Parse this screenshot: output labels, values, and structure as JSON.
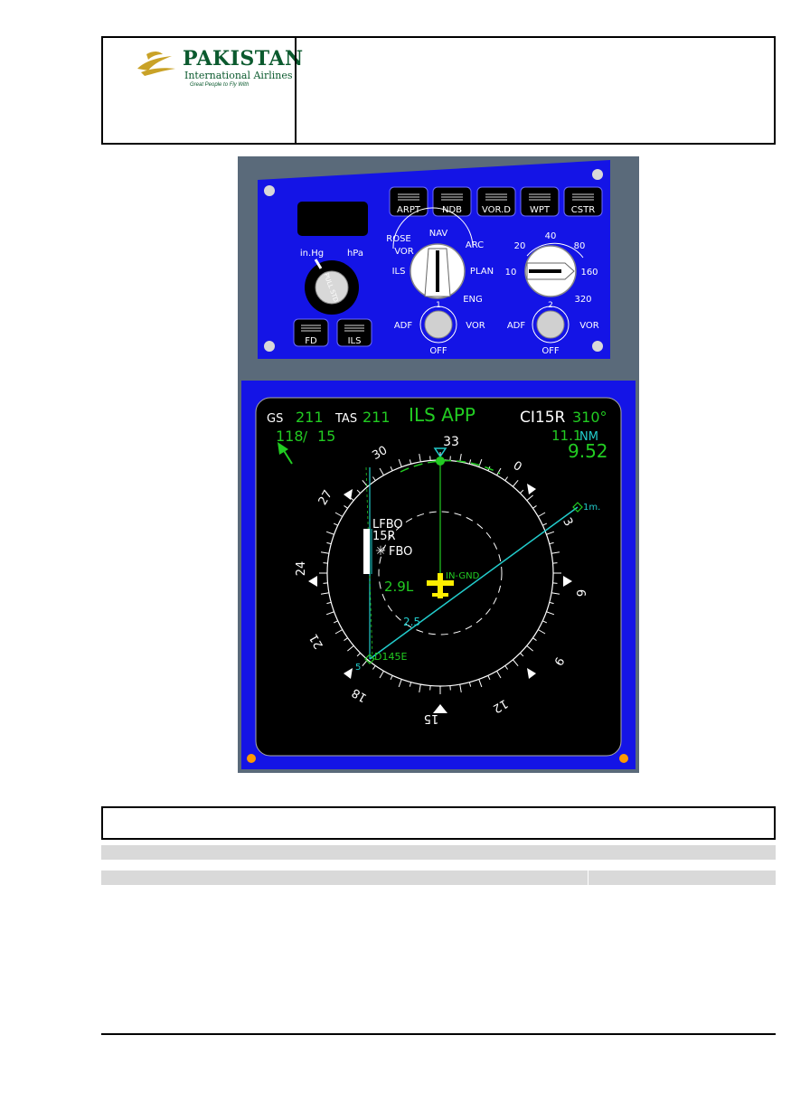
{
  "header": {
    "logo": {
      "name": "PAKISTAN",
      "subname": "International Airlines",
      "tagline": "Great People to Fly With",
      "brand_color": "#0b5a2e",
      "mark_color": "#c9a227"
    },
    "right_cell_text": ""
  },
  "efis_panel": {
    "colors": {
      "panel_blue": "#1414e6",
      "bezel_gray": "#5a6a7a",
      "display_black": "#000000",
      "green": "#22cc22",
      "cyan": "#22cccc",
      "yellow": "#ffee00",
      "orange": "#ff9900"
    },
    "pushbuttons_top": [
      "ARPT",
      "NDB",
      "VOR.D",
      "WPT",
      "CSTR"
    ],
    "baro": {
      "left_label": "in.Hg",
      "right_label": "hPa",
      "knob_text": "PULL STD"
    },
    "mode_selector": {
      "labels": [
        "ROSE",
        "VOR",
        "ILS",
        "NAV",
        "ARC",
        "PLAN",
        "ENG"
      ],
      "selected": "NAV"
    },
    "range_selector": {
      "labels": [
        "10",
        "20",
        "40",
        "80",
        "160",
        "320"
      ],
      "selected": "10"
    },
    "pushbuttons_bottom": [
      "FD",
      "ILS"
    ],
    "adf_vor_1": {
      "left": "ADF",
      "right": "VOR",
      "number": "1",
      "off": "OFF"
    },
    "adf_vor_2": {
      "left": "ADF",
      "right": "VOR",
      "number": "2",
      "off": "OFF"
    }
  },
  "nd": {
    "gs_label": "GS",
    "gs_value": "211",
    "tas_label": "TAS",
    "tas_value": "211",
    "mode": "ILS APP",
    "ils_ident": "CI15R",
    "course": "310°",
    "wind": "118",
    "wind_sep": "/",
    "wind_speed": "15",
    "dme_dist": "11.1",
    "dme_unit": "NM",
    "time": "9.52",
    "heading": "33",
    "compass_numbers": [
      "30",
      "0",
      "3",
      "6",
      "9",
      "12",
      "15",
      "18",
      "21",
      "24",
      "27"
    ],
    "range_inner": "2.5",
    "range_outer": "5",
    "airport": "LFBO",
    "runway": "15R",
    "vor": "FBO",
    "waypoint": "D145E",
    "waypoint_far": "1m.",
    "lateral_dev": "2.9L",
    "in_gnd": "IN-GND"
  },
  "caption": {
    "text": ""
  }
}
